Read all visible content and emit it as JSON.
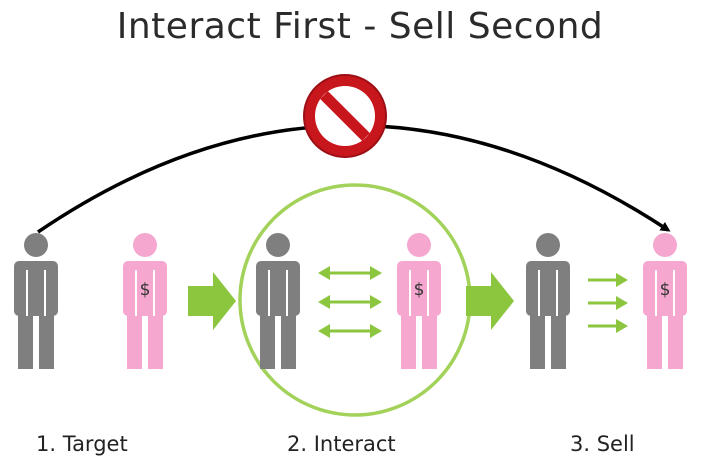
{
  "title": "Interact First - Sell Second",
  "currency_symbol": "$",
  "steps": [
    {
      "label": "1. Target"
    },
    {
      "label": "2. Interact"
    },
    {
      "label": "3. Sell"
    }
  ],
  "icons": {
    "prohibited": "no-entry-sign-icon",
    "seller": "person-gray-icon",
    "buyer": "person-pink-icon",
    "flow_arrow": "green-block-arrow-icon",
    "exchange": "double-headed-arrow-icon",
    "pitch": "right-arrow-icon"
  },
  "colors": {
    "seller": "#7f7f7f",
    "buyer": "#f5a7cf",
    "accent_green": "#8cc63f",
    "circle_outline": "#a3d25a",
    "prohibited_red": "#c8161d",
    "arc": "#000000"
  }
}
